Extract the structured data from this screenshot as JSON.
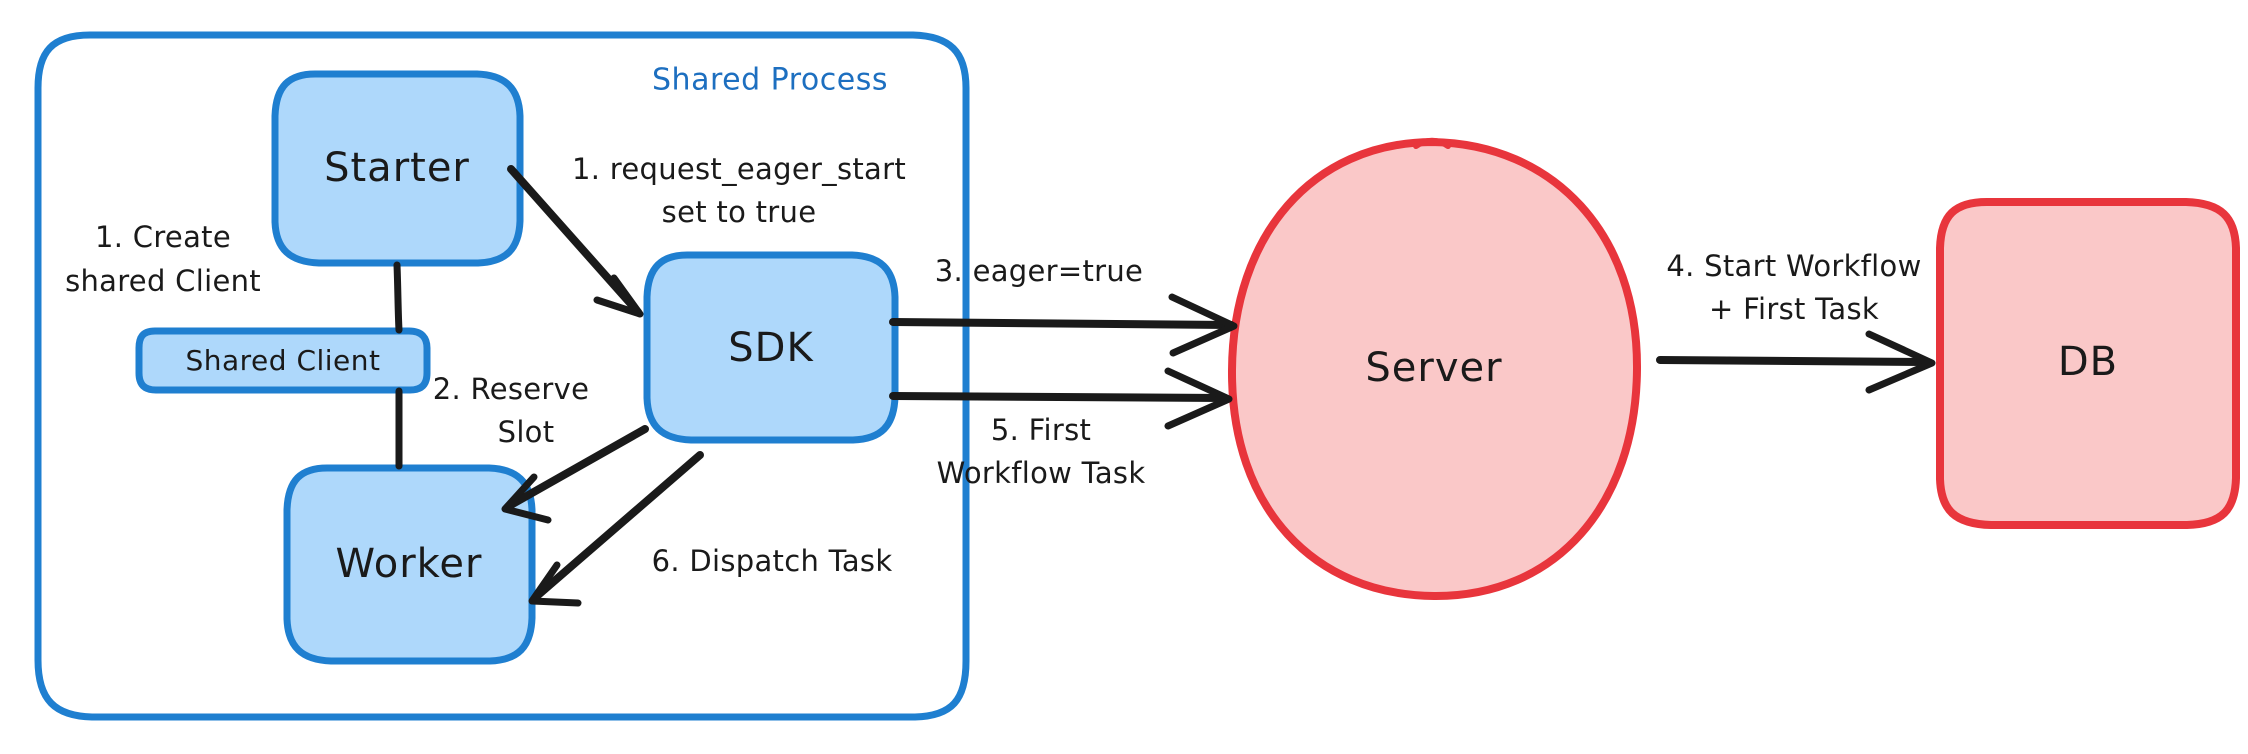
{
  "diagram": {
    "title": "Eager Workflow Start sequence",
    "background": "#ffffff",
    "colors": {
      "blue_fill": "#aed8fb",
      "blue_stroke": "#1f7fd0",
      "red_fill": "#fac8c8",
      "red_stroke": "#e8353c",
      "text": "#1a1a1a",
      "group_title": "#1d6fc0",
      "connector": "#1a1a1a"
    },
    "group": {
      "name": "shared-process",
      "label": "Shared Process",
      "style": "rounded-rectangle",
      "stroke": "#1f7fd0"
    },
    "nodes": [
      {
        "id": "starter",
        "label": "Starter",
        "shape": "rounded-rectangle",
        "color": "blue"
      },
      {
        "id": "shared-client",
        "label": "Shared Client",
        "shape": "rounded-rectangle",
        "color": "blue"
      },
      {
        "id": "worker",
        "label": "Worker",
        "shape": "rounded-rectangle",
        "color": "blue"
      },
      {
        "id": "sdk",
        "label": "SDK",
        "shape": "rounded-rectangle",
        "color": "blue"
      },
      {
        "id": "server",
        "label": "Server",
        "shape": "ellipse",
        "color": "red"
      },
      {
        "id": "db",
        "label": "DB",
        "shape": "rounded-rectangle",
        "color": "red"
      }
    ],
    "edges": [
      {
        "id": "e1",
        "from": "starter",
        "to": "shared-client",
        "label": "1. Create\nshared Client",
        "label_lines": [
          "1. Create",
          "shared Client"
        ],
        "arrow": false
      },
      {
        "id": "e2",
        "from": "starter",
        "to": "sdk",
        "label": "1. request_eager_start\nset to true",
        "label_lines": [
          "1. request_eager_start",
          "set to true"
        ],
        "arrow": true
      },
      {
        "id": "e3",
        "from": "sdk",
        "to": "worker",
        "label": "2. Reserve\nSlot",
        "label_lines": [
          "2. Reserve",
          "Slot"
        ],
        "arrow": true
      },
      {
        "id": "e4",
        "from": "sdk",
        "to": "server",
        "label": "3. eager=true",
        "label_lines": [
          "3. eager=true"
        ],
        "arrow": true
      },
      {
        "id": "e5",
        "from": "server",
        "to": "db",
        "label": "4. Start Workflow\n+ First Task",
        "label_lines": [
          "4. Start Workflow",
          "+ First Task"
        ],
        "arrow": true
      },
      {
        "id": "e6",
        "from": "server",
        "to": "sdk",
        "label": "5. First\nWorkflow Task",
        "label_lines": [
          "5. First",
          "Workflow Task"
        ],
        "arrow": true
      },
      {
        "id": "e7",
        "from": "sdk",
        "to": "worker",
        "label": "6. Dispatch Task",
        "label_lines": [
          "6. Dispatch Task"
        ],
        "arrow": true
      },
      {
        "id": "e8",
        "from": "shared-client",
        "to": "worker",
        "label": "",
        "label_lines": [],
        "arrow": false
      }
    ],
    "labels": {
      "group_title": "Shared Process",
      "starter": "Starter",
      "shared_client": "Shared Client",
      "worker": "Worker",
      "sdk": "SDK",
      "server": "Server",
      "db": "DB",
      "e1_line1": "1. Create",
      "e1_line2": "shared Client",
      "e2_line1": "1. request_eager_start",
      "e2_line2": "set to true",
      "e3_line1": "2. Reserve",
      "e3_line2": "Slot",
      "e4_line1": "3. eager=true",
      "e5_line1": "4. Start Workflow",
      "e5_line2": "+ First Task",
      "e6_line1": "5. First",
      "e6_line2": "Workflow Task",
      "e7_line1": "6. Dispatch Task"
    }
  }
}
